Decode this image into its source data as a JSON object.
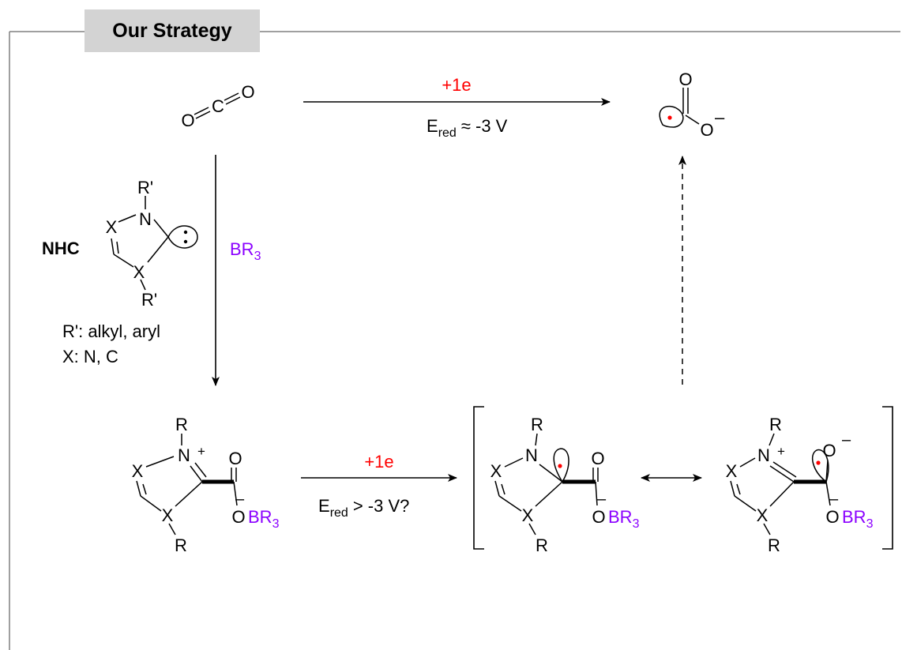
{
  "header": {
    "title": "Our Strategy"
  },
  "colors": {
    "electron": "#ff0000",
    "borane": "#8b00ff",
    "frame": "#808080",
    "tab": "#d3d3d3",
    "radical_dot": "#ff0000"
  },
  "atoms": {
    "O": "O",
    "C": "C",
    "N": "N",
    "X": "X",
    "R": "R",
    "R_prime": "R'",
    "plus": "+",
    "minus": "–"
  },
  "reagents": {
    "electron": "+1e",
    "borane_base": "BR",
    "borane_sub": "3",
    "E_letter": "E",
    "E_sub": "red",
    "top_condition": "≈ -3 V",
    "bottom_condition": "> -3 V?"
  },
  "nhc": {
    "label": "NHC",
    "note_R": "R': alkyl, aryl",
    "note_X": "X: N, C"
  }
}
